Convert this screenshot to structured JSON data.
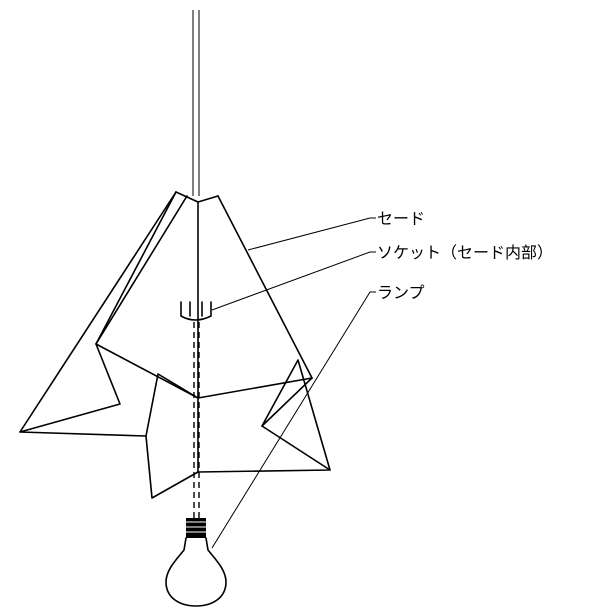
{
  "labels": {
    "shade": "セード",
    "socket": "ソケット（セード内部）",
    "lamp": "ランプ"
  },
  "colors": {
    "line": "#000000",
    "background": "#ffffff"
  }
}
